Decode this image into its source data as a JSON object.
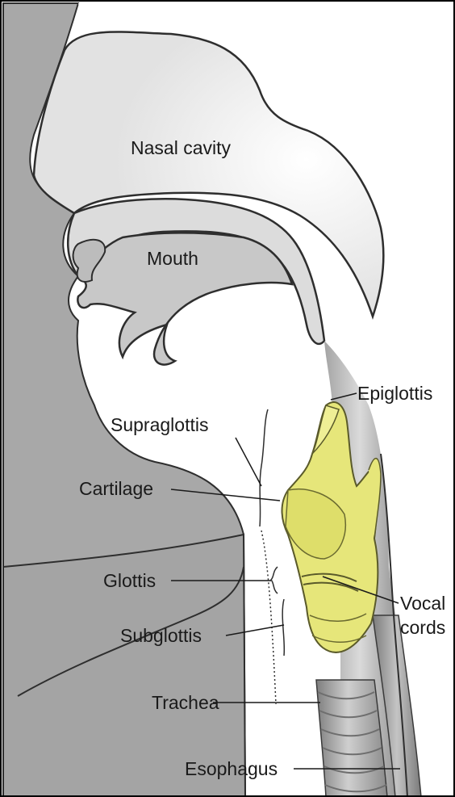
{
  "diagram": {
    "labels": {
      "nasal_cavity": "Nasal cavity",
      "mouth": "Mouth",
      "epiglottis": "Epiglottis",
      "supraglottis": "Supraglottis",
      "cartilage": "Cartilage",
      "glottis": "Glottis",
      "vocal_cords_line1": "Vocal",
      "vocal_cords_line2": "cords",
      "subglottis": "Subglottis",
      "trachea": "Trachea",
      "esophagus": "Esophagus"
    },
    "colors": {
      "face_gray": "#a6a6a6",
      "cavity_white": "#f3f3f3",
      "tissue_gray": "#cfcfcf",
      "larynx_yellow": "#e8e87a",
      "trachea_gray": "#9c9c9c",
      "outline": "#3a3a3a"
    }
  }
}
